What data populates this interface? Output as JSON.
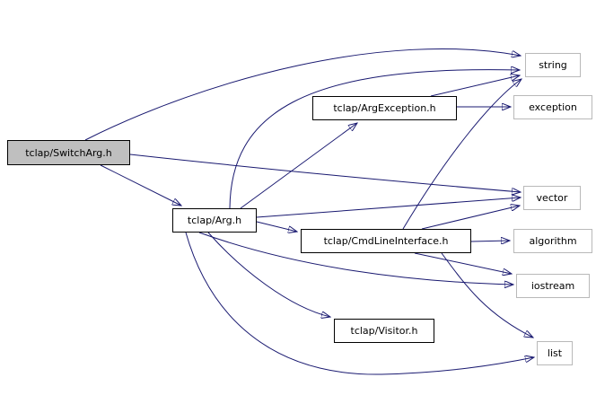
{
  "graph": {
    "type": "include-dependency-graph",
    "root": "tclap/SwitchArg.h",
    "colors": {
      "edge": "#191970",
      "header_node_border": "#000000",
      "system_node_border": "#b9b9b9",
      "current_node_fill": "#bfbfbf",
      "node_fill": "#ffffff",
      "background": "#ffffff",
      "text": "#000000"
    },
    "nodes": [
      {
        "id": "switcharg",
        "label": "tclap/SwitchArg.h",
        "kind": "current"
      },
      {
        "id": "arg",
        "label": "tclap/Arg.h",
        "kind": "header"
      },
      {
        "id": "argexception",
        "label": "tclap/ArgException.h",
        "kind": "header"
      },
      {
        "id": "cmdlineinterface",
        "label": "tclap/CmdLineInterface.h",
        "kind": "header"
      },
      {
        "id": "visitor",
        "label": "tclap/Visitor.h",
        "kind": "header"
      },
      {
        "id": "string",
        "label": "string",
        "kind": "system"
      },
      {
        "id": "exception",
        "label": "exception",
        "kind": "system"
      },
      {
        "id": "vector",
        "label": "vector",
        "kind": "system"
      },
      {
        "id": "algorithm",
        "label": "algorithm",
        "kind": "system"
      },
      {
        "id": "iostream",
        "label": "iostream",
        "kind": "system"
      },
      {
        "id": "list",
        "label": "list",
        "kind": "system"
      }
    ],
    "edges": [
      {
        "from": "tclap/SwitchArg.h",
        "to": "string"
      },
      {
        "from": "tclap/SwitchArg.h",
        "to": "vector"
      },
      {
        "from": "tclap/SwitchArg.h",
        "to": "tclap/Arg.h"
      },
      {
        "from": "tclap/Arg.h",
        "to": "tclap/ArgException.h"
      },
      {
        "from": "tclap/Arg.h",
        "to": "tclap/CmdLineInterface.h"
      },
      {
        "from": "tclap/Arg.h",
        "to": "tclap/Visitor.h"
      },
      {
        "from": "tclap/Arg.h",
        "to": "string"
      },
      {
        "from": "tclap/Arg.h",
        "to": "vector"
      },
      {
        "from": "tclap/Arg.h",
        "to": "iostream"
      },
      {
        "from": "tclap/Arg.h",
        "to": "list"
      },
      {
        "from": "tclap/ArgException.h",
        "to": "string"
      },
      {
        "from": "tclap/ArgException.h",
        "to": "exception"
      },
      {
        "from": "tclap/CmdLineInterface.h",
        "to": "string"
      },
      {
        "from": "tclap/CmdLineInterface.h",
        "to": "vector"
      },
      {
        "from": "tclap/CmdLineInterface.h",
        "to": "algorithm"
      },
      {
        "from": "tclap/CmdLineInterface.h",
        "to": "iostream"
      },
      {
        "from": "tclap/CmdLineInterface.h",
        "to": "list"
      }
    ]
  }
}
